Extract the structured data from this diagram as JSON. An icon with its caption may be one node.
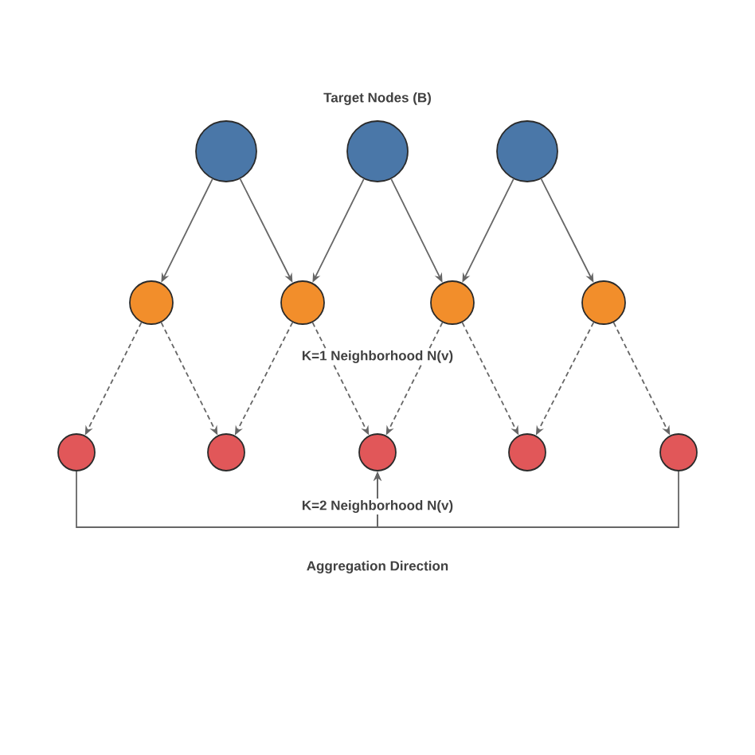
{
  "diagram": {
    "nodes": [
      {
        "text": [],
        "shape": "circle"
      },
      {
        "text": [],
        "shape": "circle"
      },
      {
        "text": [],
        "shape": "circle"
      },
      {
        "text": [],
        "shape": "circle"
      },
      {
        "text": [],
        "shape": "circle"
      },
      {
        "text": [],
        "shape": "circle"
      },
      {
        "text": [],
        "shape": "circle"
      },
      {
        "text": [],
        "shape": "circle"
      },
      {
        "text": [],
        "shape": "circle"
      },
      {
        "text": [],
        "shape": "circle"
      },
      {
        "text": [],
        "shape": "circle"
      },
      {
        "text": [],
        "shape": "circle"
      }
    ],
    "edges": [
      {
        "from": 0,
        "to": 3,
        "arrow": "to"
      },
      {
        "from": 0,
        "to": 4,
        "arrow": "to"
      },
      {
        "from": 1,
        "to": 4,
        "arrow": "to"
      },
      {
        "from": 1,
        "to": 5,
        "arrow": "to"
      },
      {
        "from": 2,
        "to": 5,
        "arrow": "to"
      },
      {
        "from": 2,
        "to": 6,
        "arrow": "to"
      },
      {
        "from": 3,
        "to": 7,
        "arrow": "to",
        "style": "dashed"
      },
      {
        "from": 3,
        "to": 8,
        "arrow": "to",
        "style": "dashed"
      },
      {
        "from": 4,
        "to": 8,
        "arrow": "to",
        "style": "dashed"
      },
      {
        "from": 4,
        "to": 9,
        "arrow": "to",
        "style": "dashed"
      },
      {
        "from": 5,
        "to": 9,
        "arrow": "to",
        "style": "dashed"
      },
      {
        "from": 5,
        "to": 10,
        "arrow": "to",
        "style": "dashed"
      },
      {
        "from": 6,
        "to": 10,
        "arrow": "to",
        "style": "dashed"
      },
      {
        "from": 6,
        "to": 11,
        "arrow": "to",
        "style": "dashed"
      },
      {
        "from": 7,
        "to": 9,
        "arrow": "to"
      },
      {
        "from": 11,
        "to": 9,
        "arrow": "to"
      }
    ],
    "labels": [
      "Target Nodes (B)",
      "K=1 Neighborhood N(v)",
      "K=2 Neighborhood N(v)",
      "Aggregation Direction"
    ]
  }
}
